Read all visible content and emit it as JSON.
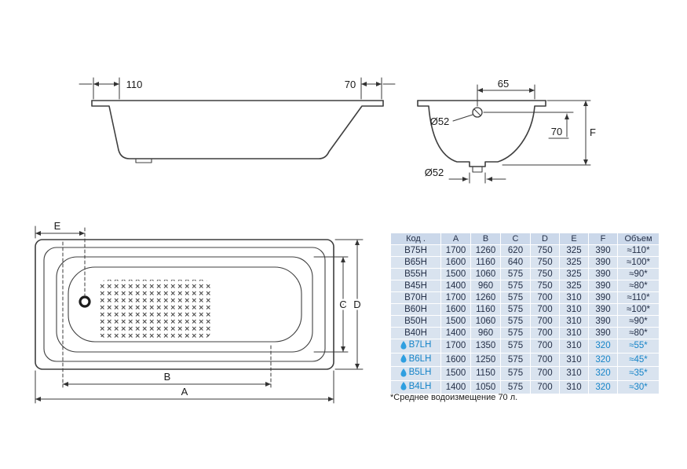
{
  "labels": {
    "side_lip_width": "110",
    "side_right_width": "70",
    "section_top_offset": "65",
    "section_overflow_diameter": "Ø52",
    "section_overflow_depth": "70",
    "section_height": "F",
    "section_drain_diameter": "Ø52",
    "top_e": "E",
    "top_c": "C",
    "top_d": "D",
    "top_b": "B",
    "top_a": "A"
  },
  "table": {
    "headers": [
      "Код .",
      "A",
      "B",
      "C",
      "D",
      "E",
      "F",
      "Объем"
    ],
    "rows": [
      {
        "code": "B75H",
        "a": "1700",
        "b": "1260",
        "c": "620",
        "d": "750",
        "e": "325",
        "f": "390",
        "volume": "≈110*",
        "highlight": false
      },
      {
        "code": "B65H",
        "a": "1600",
        "b": "1160",
        "c": "640",
        "d": "750",
        "e": "325",
        "f": "390",
        "volume": "≈100*",
        "highlight": false
      },
      {
        "code": "B55H",
        "a": "1500",
        "b": "1060",
        "c": "575",
        "d": "750",
        "e": "325",
        "f": "390",
        "volume": "≈90*",
        "highlight": false
      },
      {
        "code": "B45H",
        "a": "1400",
        "b": "960",
        "c": "575",
        "d": "750",
        "e": "325",
        "f": "390",
        "volume": "≈80*",
        "highlight": false
      },
      {
        "code": "B70H",
        "a": "1700",
        "b": "1260",
        "c": "575",
        "d": "700",
        "e": "310",
        "f": "390",
        "volume": "≈110*",
        "highlight": false
      },
      {
        "code": "B60H",
        "a": "1600",
        "b": "1160",
        "c": "575",
        "d": "700",
        "e": "310",
        "f": "390",
        "volume": "≈100*",
        "highlight": false
      },
      {
        "code": "B50H",
        "a": "1500",
        "b": "1060",
        "c": "575",
        "d": "700",
        "e": "310",
        "f": "390",
        "volume": "≈90*",
        "highlight": false
      },
      {
        "code": "B40H",
        "a": "1400",
        "b": "960",
        "c": "575",
        "d": "700",
        "e": "310",
        "f": "390",
        "volume": "≈80*",
        "highlight": false
      },
      {
        "code": "B7LH",
        "a": "1700",
        "b": "1350",
        "c": "575",
        "d": "700",
        "e": "310",
        "f": "320",
        "volume": "≈55*",
        "highlight": true
      },
      {
        "code": "B6LH",
        "a": "1600",
        "b": "1250",
        "c": "575",
        "d": "700",
        "e": "310",
        "f": "320",
        "volume": "≈45*",
        "highlight": true
      },
      {
        "code": "B5LH",
        "a": "1500",
        "b": "1150",
        "c": "575",
        "d": "700",
        "e": "310",
        "f": "320",
        "volume": "≈35*",
        "highlight": true
      },
      {
        "code": "B4LH",
        "a": "1400",
        "b": "1050",
        "c": "575",
        "d": "700",
        "e": "310",
        "f": "320",
        "volume": "≈30*",
        "highlight": true
      }
    ]
  },
  "footnote": "*Среднее водоизмещение 70 л.",
  "colors": {
    "accent_blue": "#1684c8",
    "drop_blue": "#2f9fe0",
    "cell_bg": "#d9e3ef",
    "header_bg": "#cbd8ea",
    "line": "#3f3f3f"
  }
}
